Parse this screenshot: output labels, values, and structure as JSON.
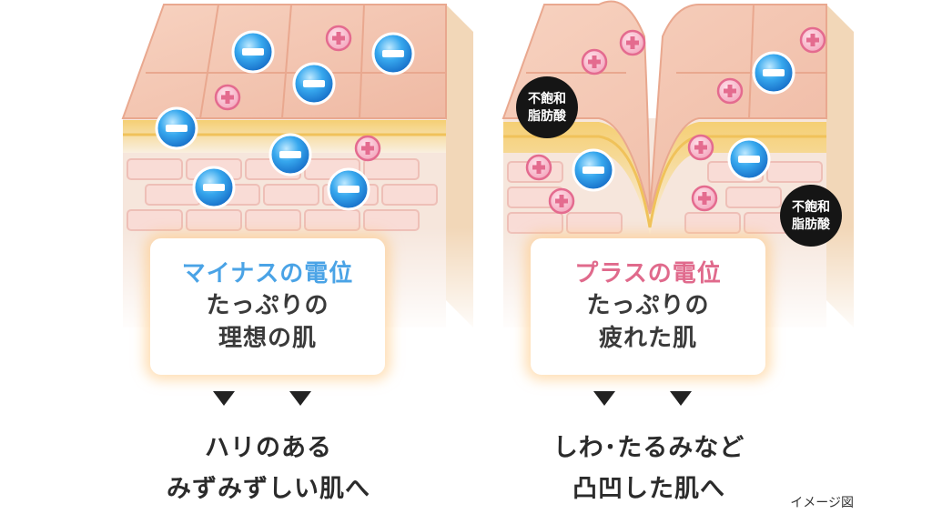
{
  "colors": {
    "minus_accent": "#4aa3e6",
    "plus_accent": "#e06a8c",
    "text_dark": "#3a3a3a"
  },
  "icons": [
    "minus-ion-icon",
    "plus-ion-icon",
    "arrow-down-icon",
    "fatty-acid-badge"
  ],
  "left": {
    "heading": "マイナスの電位",
    "line1": "たっぷりの",
    "line2": "理想の肌",
    "result_line1": "ハリのある",
    "result_line2": "みずみずしい肌へ"
  },
  "right": {
    "heading": "プラスの電位",
    "line1": "たっぷりの",
    "line2": "疲れた肌",
    "result_line1": "しわ･たるみなど",
    "result_line2": "凸凹した肌へ",
    "badge_text": "不飽和脂肪酸"
  },
  "note": "イメージ図"
}
